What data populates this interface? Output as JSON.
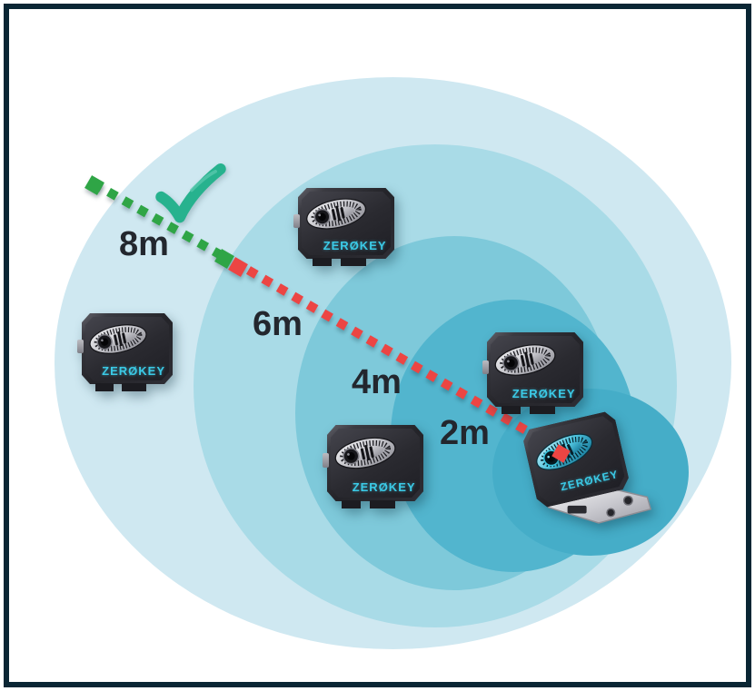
{
  "frame": {
    "background": "#ffffff",
    "border_color": "#0a2634"
  },
  "diagram": {
    "type": "range-rings",
    "rings": [
      {
        "range_label": "8m",
        "color": "#cfe8f1"
      },
      {
        "range_label": "6m",
        "color": "#a9dbe7"
      },
      {
        "range_label": "4m",
        "color": "#7ec9da"
      },
      {
        "range_label": "2m",
        "color": "#52b5ce"
      },
      {
        "range_label": "",
        "color": "#45adc8"
      }
    ],
    "devices": [
      {
        "id": "anchor-top",
        "brand": "ZERØKEY"
      },
      {
        "id": "anchor-left",
        "brand": "ZERØKEY"
      },
      {
        "id": "anchor-bottom",
        "brand": "ZERØKEY"
      },
      {
        "id": "anchor-right",
        "brand": "ZERØKEY"
      },
      {
        "id": "mounted-device",
        "brand": "ZERØKEY"
      }
    ],
    "measurement_line": {
      "ok_segment_color": "#2fa546",
      "alert_segment_color": "#ec4543"
    },
    "checkmark_color": "#27b28e",
    "label_text_color": "#23272e"
  }
}
